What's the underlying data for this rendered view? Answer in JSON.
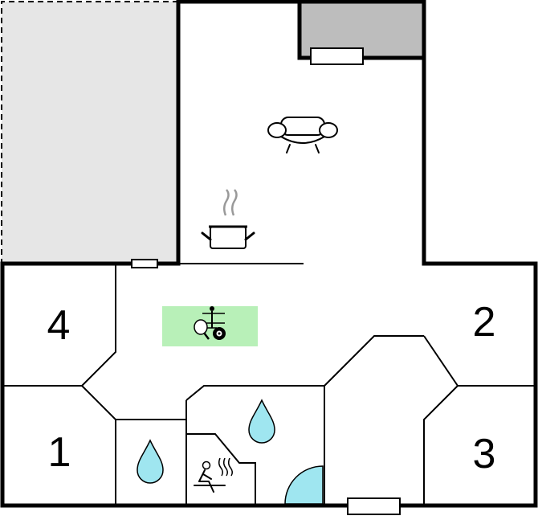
{
  "rooms": [
    {
      "id": "bedroom-4",
      "label": "4"
    },
    {
      "id": "bedroom-2",
      "label": "2"
    },
    {
      "id": "bedroom-1",
      "label": "1"
    },
    {
      "id": "bedroom-3",
      "label": "3"
    }
  ],
  "icons": {
    "living": "sofa-icon",
    "kitchen": "cooking-pot-icon",
    "games": "games-icon",
    "bath_large": "water-drop-icon",
    "bath_small": "water-drop-icon",
    "sauna": "sauna-icon",
    "shower": "shower-quarter-circle-icon"
  },
  "colors": {
    "terrace": "#e6e6e6",
    "covered_area": "#bdbdbd",
    "games_area": "#b8f0b8",
    "water": "#9fe6f0",
    "wall": "#000000"
  }
}
